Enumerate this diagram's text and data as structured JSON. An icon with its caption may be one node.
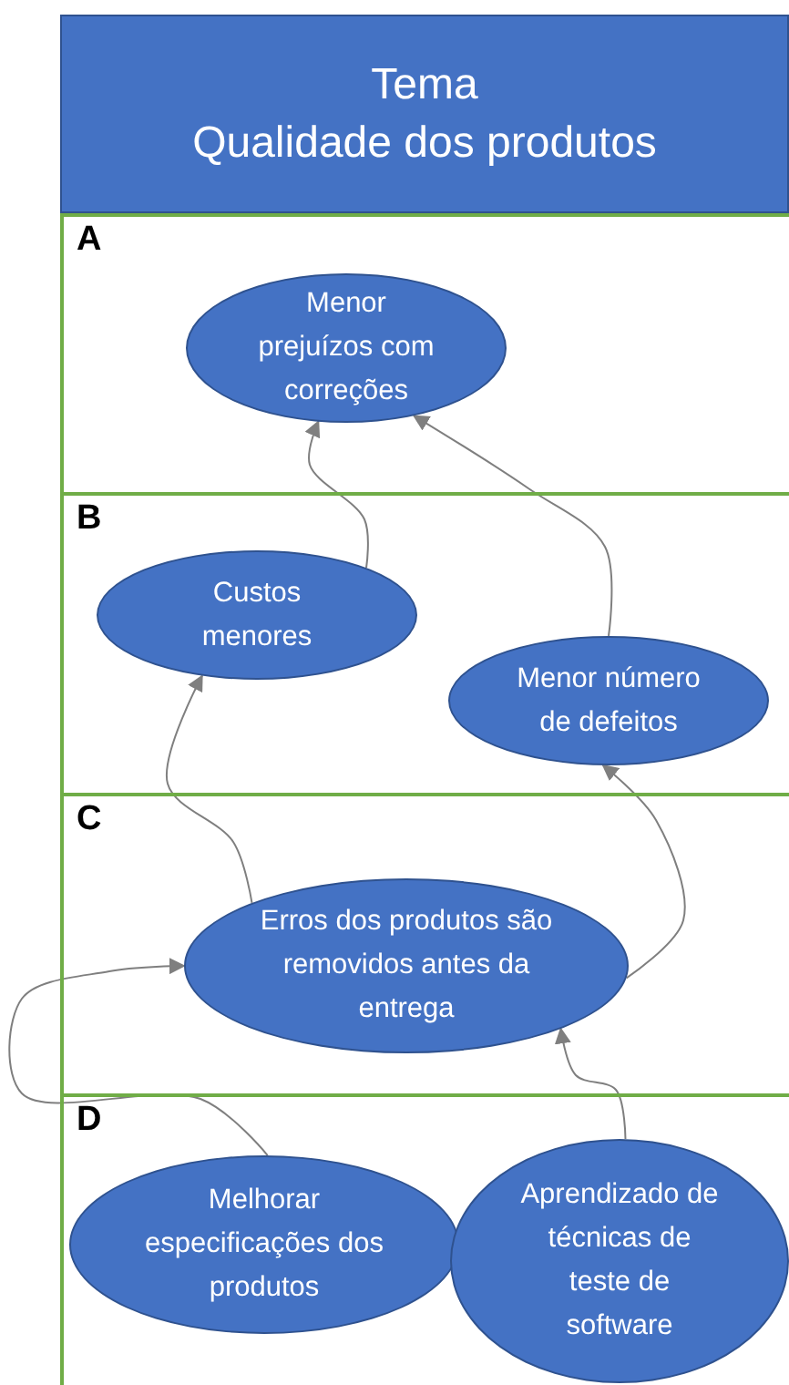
{
  "diagram": {
    "nodes": [
      {
        "text": [
          "Tema",
          "Qualidade dos produtos"
        ]
      },
      {
        "text": [
          "A"
        ]
      },
      {
        "text": [
          "Menor prejuízos com correções"
        ],
        "in": 1
      },
      {
        "text": [
          "B"
        ]
      },
      {
        "text": [
          "Custos menores"
        ],
        "in": 3
      },
      {
        "text": [
          "Menor número de defeitos"
        ],
        "in": 3
      },
      {
        "text": [
          "C"
        ]
      },
      {
        "text": [
          "Erros dos produtos são removidos antes da entrega"
        ],
        "in": 6
      },
      {
        "text": [
          "D"
        ]
      },
      {
        "text": [
          "Melhorar especificações dos produtos"
        ],
        "in": 8
      },
      {
        "text": [
          "Aprendizado de técnicas de teste de software"
        ],
        "in": 8
      }
    ],
    "edges": [
      {
        "from": 4,
        "to": 2,
        "arrow": "to"
      },
      {
        "from": 5,
        "to": 2,
        "arrow": "to"
      },
      {
        "from": 7,
        "to": 4,
        "arrow": "to"
      },
      {
        "from": 7,
        "to": 5,
        "arrow": "to"
      },
      {
        "from": 9,
        "to": 7,
        "arrow": "to"
      },
      {
        "from": 10,
        "to": 7,
        "arrow": "to"
      }
    ]
  }
}
